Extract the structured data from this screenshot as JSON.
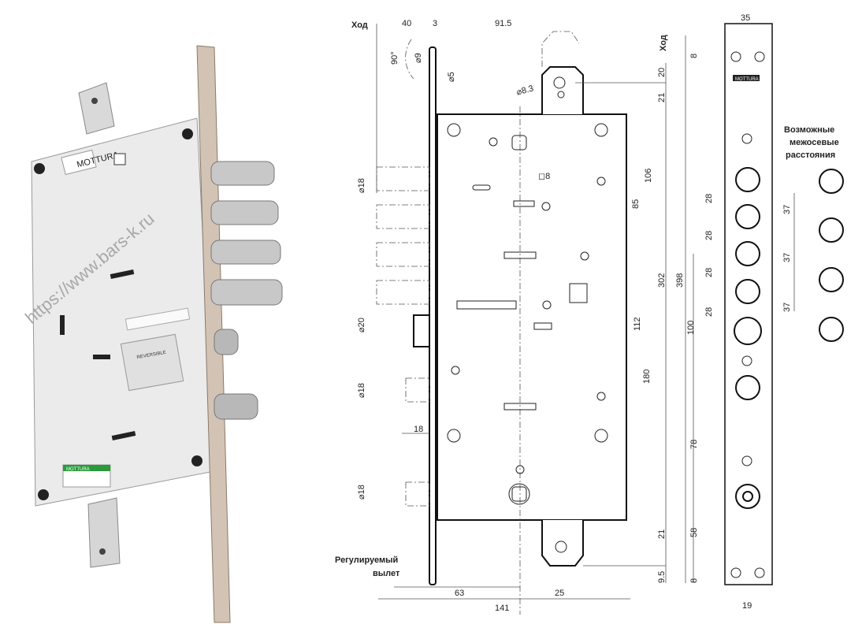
{
  "photo": {
    "brand_badge": "MOTTURA",
    "label_text": "REVERSIBLE",
    "serial_label": "MOTTURA",
    "watermark": "https://www.bars-k.ru"
  },
  "drawing": {
    "labels": {
      "stroke_top": "Ход",
      "stroke_right": "Ход",
      "adjustable_line1": "Регулируемый",
      "adjustable_line2": "вылет",
      "spacing_line1": "Возможные",
      "spacing_line2": "межосевые",
      "spacing_line3": "расстояния",
      "strip_brand": "MOTTURA"
    },
    "dims": {
      "d40": "40",
      "d3": "3",
      "d915": "91.5",
      "d90": "90°",
      "dia9": "⌀9",
      "dia5": "⌀5",
      "dia83": "⌀8.3",
      "sq8": "◻8",
      "dia18a": "⌀18",
      "dia20": "⌀20",
      "dia18b": "⌀18",
      "dia18c": "⌀18",
      "d18": "18",
      "d63": "63",
      "d141": "141",
      "d25": "25",
      "d20": "20",
      "d21a": "21",
      "d106": "106",
      "d85": "85",
      "d302": "302",
      "d398": "398",
      "d112": "112",
      "d180": "180",
      "d21b": "21",
      "d9_5": "9.5",
      "d8a": "8",
      "d35": "35",
      "d28a": "28",
      "d28b": "28",
      "d28c": "28",
      "d28d": "28",
      "d100": "100",
      "d78": "78",
      "d58": "58",
      "d8b": "8",
      "d19": "19",
      "d37a": "37",
      "d37b": "37",
      "d37c": "37"
    }
  }
}
